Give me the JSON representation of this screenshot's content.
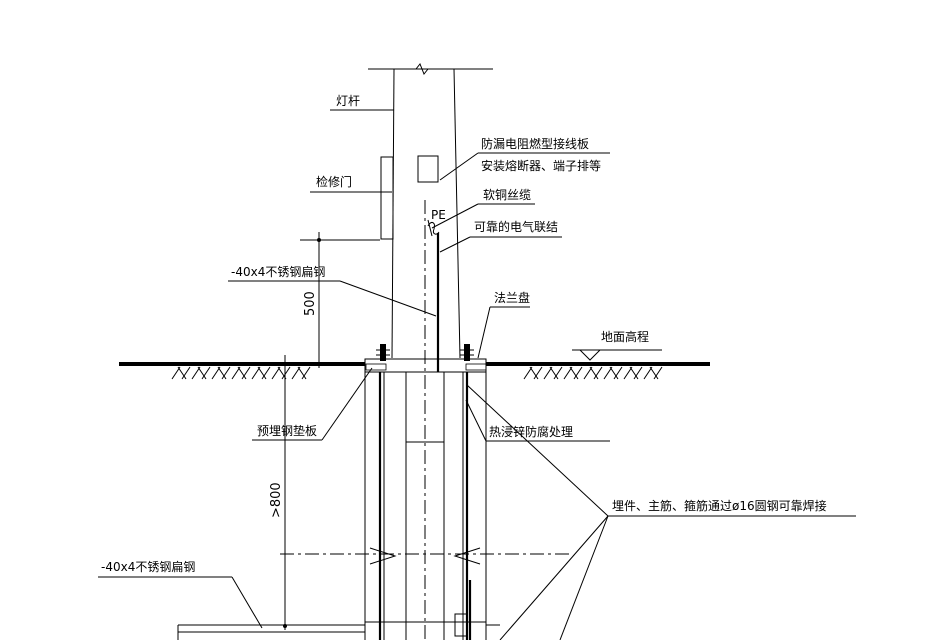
{
  "labels": {
    "lamp_pole": "灯杆",
    "leakage_board_line1": "防漏电阻燃型接线板",
    "leakage_board_line2": "安装熔断器、端子排等",
    "access_door": "检修门",
    "soft_copper_cable": "软铜丝缆",
    "pe_mark": "PE",
    "reliable_bonding": "可靠的电气联结",
    "flat_steel_upper": "-40x4不锈钢扁钢",
    "flange_plate": "法兰盘",
    "ground_level": "地面高程",
    "embedded_plate": "预埋钢垫板",
    "hot_dip_galvanizing": "热浸锌防腐处理",
    "welding_note": "埋件、主筋、箍筋通过ø16圆钢可靠焊接",
    "flat_steel_lower": "-40x4不锈钢扁钢"
  },
  "dimensions": {
    "dim_500": "500",
    "dim_800": ">800"
  }
}
